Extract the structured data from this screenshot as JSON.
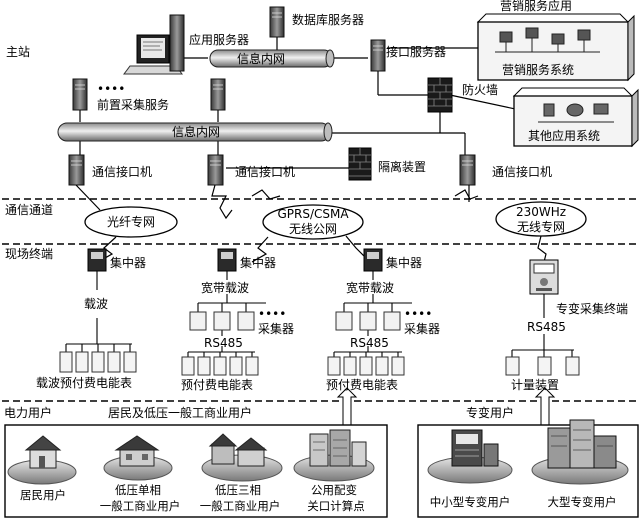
{
  "sections": {
    "master": "主站",
    "channel": "通信通道",
    "field": "现场终端",
    "users": "电力用户"
  },
  "master_station": {
    "app_server": "应用服务器",
    "db_server": "数据库服务器",
    "intranet_top": "信息内网",
    "interface_server": "接口服务器",
    "marketing_app": "营销服务应用",
    "marketing_system": "营销服务系统",
    "firewall": "防火墙",
    "other_system": "其他应用系统",
    "front_service": "前置采集服务",
    "dots": "••••",
    "intranet_main": "信息内网",
    "comm_machine_1": "通信接口机",
    "comm_machine_2": "通信接口机",
    "isolator": "隔离装置",
    "comm_machine_3": "通信接口机"
  },
  "channels": {
    "fiber": "光纤专网",
    "gprs_line1": "GPRS/CSMA",
    "gprs_line2": "无线公网",
    "radio_line1": "230WHz",
    "radio_line2": "无线专网"
  },
  "field_terminals": {
    "concentrator_1": "集中器",
    "concentrator_2": "集中器",
    "concentrator_3": "集中器",
    "carrier": "载波",
    "broadband_carrier_1": "宽带载波",
    "broadband_carrier_2": "宽带载波",
    "collector_1": "采集器",
    "collector_2": "采集器",
    "dots_1": "••••",
    "dots_2": "••••",
    "rs485_1": "RS485",
    "rs485_2": "RS485",
    "rs485_3": "RS485",
    "special_terminal": "专变采集终端",
    "carrier_meters": "载波预付费电能表",
    "prepaid_meters_1": "预付费电能表",
    "prepaid_meters_2": "预付费电能表",
    "metering_device": "计量装置"
  },
  "power_users": {
    "residential_low_voltage": "居民及低压一般工商业用户",
    "special_users": "专变用户",
    "resident": "居民用户",
    "lv_single_line1": "低压单相",
    "lv_single_line2": "一般工商业用户",
    "lv_three_line1": "低压三相",
    "lv_three_line2": "一般工商业用户",
    "public_line1": "公用配变",
    "public_line2": "关口计算点",
    "small_medium": "中小型专变用户",
    "large": "大型专变用户"
  }
}
